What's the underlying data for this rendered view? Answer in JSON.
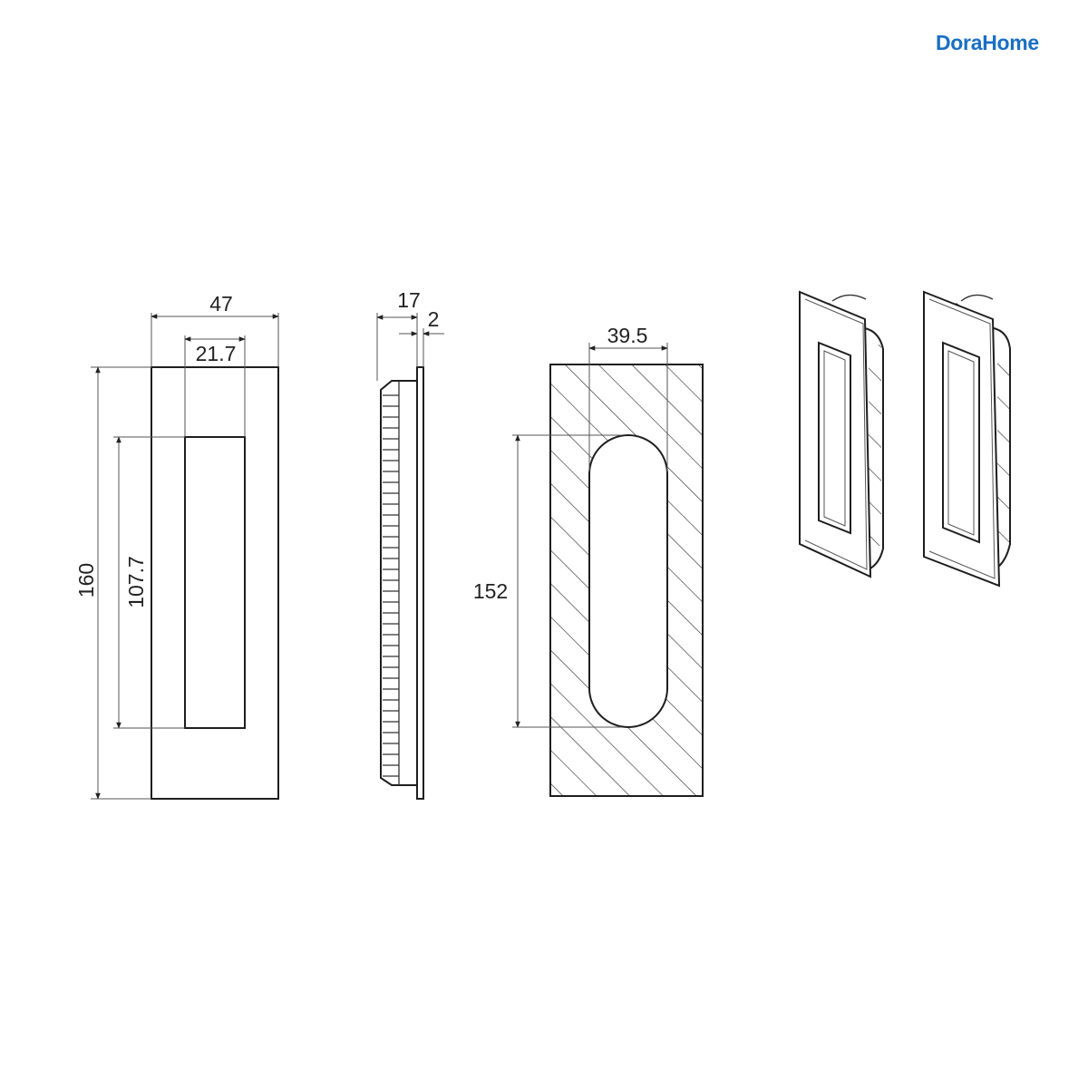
{
  "brand": {
    "name": "DoraHome",
    "color": "#1a6fc4"
  },
  "drawing": {
    "front_view": {
      "overall_width": "47",
      "recess_width": "21.7",
      "overall_height": "160",
      "recess_height": "107.7"
    },
    "side_view": {
      "depth": "17",
      "plate_thickness": "2"
    },
    "cutout_view": {
      "cutout_width": "39.5",
      "cutout_height": "152"
    },
    "perspective_views": [
      "angled-view-1",
      "angled-view-2"
    ]
  }
}
